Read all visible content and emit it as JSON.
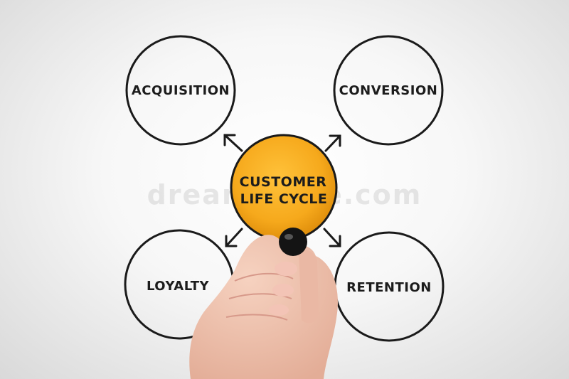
{
  "diagram": {
    "center": {
      "line1": "CUSTOMER",
      "line2": "LIFE CYCLE"
    },
    "nodes": {
      "top_left": "ACQUISITION",
      "top_right": "CONVERSION",
      "bottom_left": "LOYALTY",
      "bottom_right": "RETENTION"
    },
    "colors": {
      "center_fill": "#f6a91c",
      "outline": "#1a1a1a",
      "background": "#f3f3f3"
    }
  },
  "watermark": {
    "text": "dreamstime.com"
  }
}
